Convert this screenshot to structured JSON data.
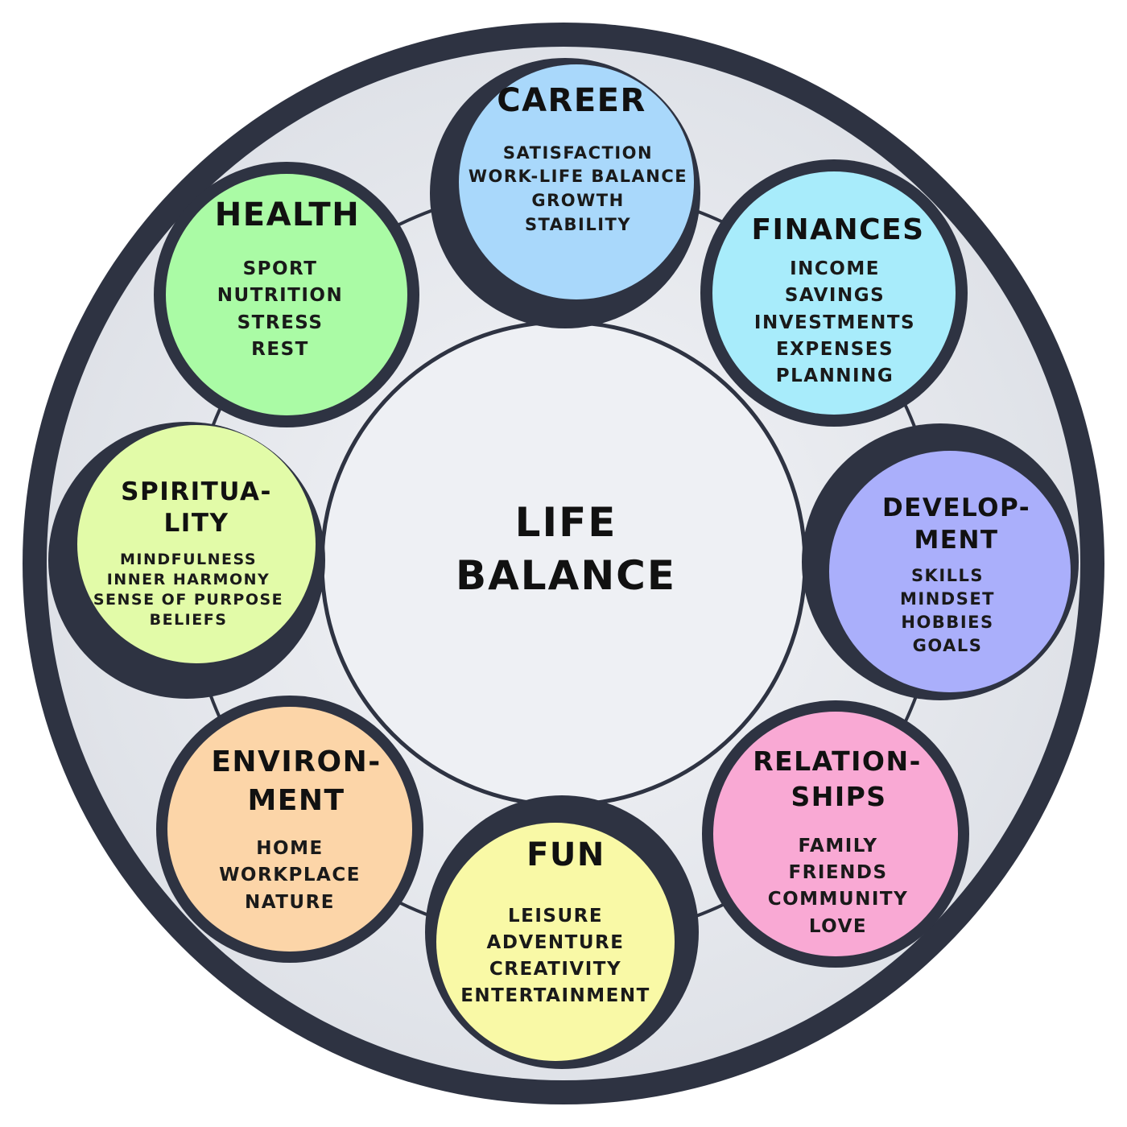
{
  "center": {
    "lines": [
      "LIFE",
      "BALANCE"
    ]
  },
  "colors": {
    "frame": "#2e3342",
    "ring_fill": "#e6e8ed",
    "center_fill": "#eef0f4"
  },
  "segments": [
    {
      "id": "career",
      "title_lines": [
        "CAREER"
      ],
      "items": [
        "SATISFACTION",
        "WORK-LIFE BALANCE",
        "GROWTH",
        "STABILITY"
      ],
      "color": "#a9d8fb"
    },
    {
      "id": "finances",
      "title_lines": [
        "FINANCES"
      ],
      "items": [
        "INCOME",
        "SAVINGS",
        "INVESTMENTS",
        "EXPENSES",
        "PLANNING"
      ],
      "color": "#a8ecfb"
    },
    {
      "id": "development",
      "title_lines": [
        "DEVELOP-",
        "MENT"
      ],
      "items": [
        "SKILLS",
        "MINDSET",
        "HOBBIES",
        "GOALS"
      ],
      "color": "#aaaffb"
    },
    {
      "id": "relationships",
      "title_lines": [
        "RELATION-",
        "SHIPS"
      ],
      "items": [
        "FAMILY",
        "FRIENDS",
        "COMMUNITY",
        "LOVE"
      ],
      "color": "#f9a9d4"
    },
    {
      "id": "fun",
      "title_lines": [
        "FUN"
      ],
      "items": [
        "LEISURE",
        "ADVENTURE",
        "CREATIVITY",
        "ENTERTAINMENT"
      ],
      "color": "#f9f9a6"
    },
    {
      "id": "environment",
      "title_lines": [
        "ENVIRON-",
        "MENT"
      ],
      "items": [
        "HOME",
        "WORKPLACE",
        "NATURE"
      ],
      "color": "#fcd5a8"
    },
    {
      "id": "spirituality",
      "title_lines": [
        "SPIRITUA-",
        "LITY"
      ],
      "items": [
        "MINDFULNESS",
        "INNER HARMONY",
        "SENSE OF PURPOSE",
        "BELIEFS"
      ],
      "color": "#e2fba8"
    },
    {
      "id": "health",
      "title_lines": [
        "HEALTH"
      ],
      "items": [
        "SPORT",
        "NUTRITION",
        "STRESS",
        "REST"
      ],
      "color": "#aafba5"
    }
  ]
}
